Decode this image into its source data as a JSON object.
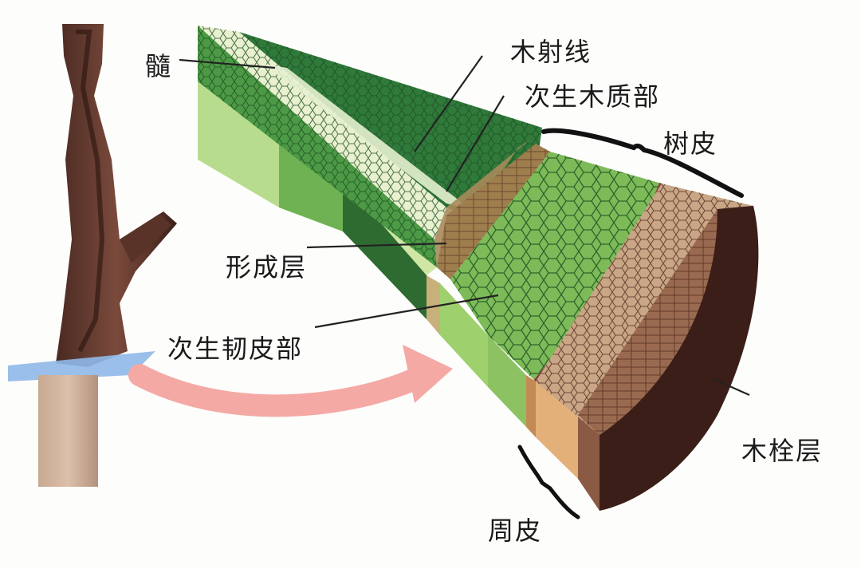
{
  "labels": {
    "pith": "髓",
    "ray": "木射线",
    "secondary_xylem": "次生木质部",
    "bark": "树皮",
    "cambium": "形成层",
    "secondary_phloem": "次生韧皮部",
    "cork": "木栓层",
    "periderm": "周皮"
  },
  "colors": {
    "pith": "#cfe6a4",
    "xylem_dark": "#2f7a3a",
    "xylem_mid": "#4c9a45",
    "phloem": "#8cc262",
    "cambium": "#7ab050",
    "cork": "#b08a6a",
    "bark_dark": "#3a1e17",
    "trunk": "#6e4035",
    "arrow": "#f4a9a4",
    "section_plane": "#8fb8e8"
  }
}
